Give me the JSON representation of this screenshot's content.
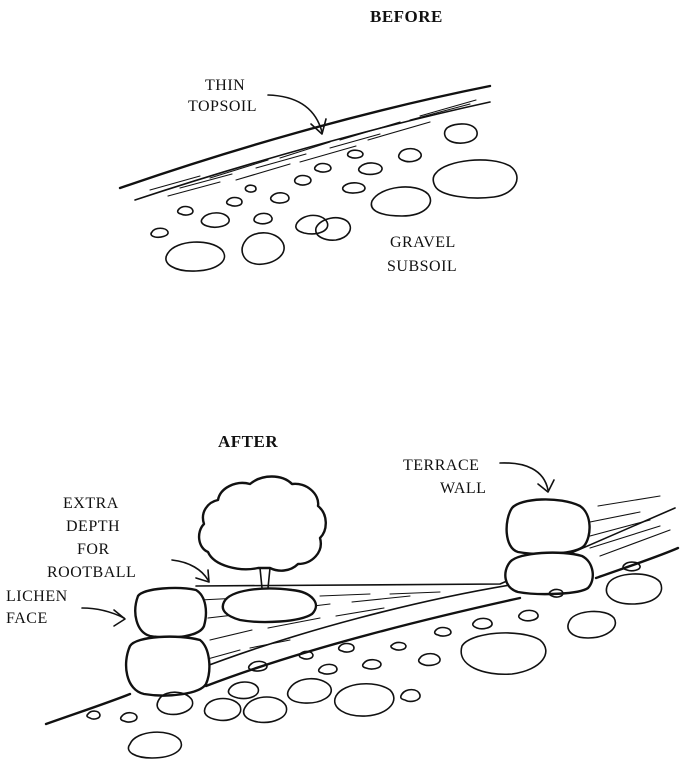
{
  "before": {
    "heading": "BEFORE",
    "label_topsoil": [
      "THIN",
      "TOPSOIL"
    ],
    "label_subsoil": [
      "GRAVEL",
      "SUBSOIL"
    ]
  },
  "after": {
    "heading": "AFTER",
    "label_depth": [
      "EXTRA",
      "DEPTH",
      "FOR",
      "ROOTBALL"
    ],
    "label_lichen": [
      "LICHEN",
      "FACE"
    ],
    "label_terrace": [
      "TERRACE",
      "WALL"
    ]
  },
  "colors": {
    "ink": "#111111",
    "paper": "#ffffff"
  }
}
